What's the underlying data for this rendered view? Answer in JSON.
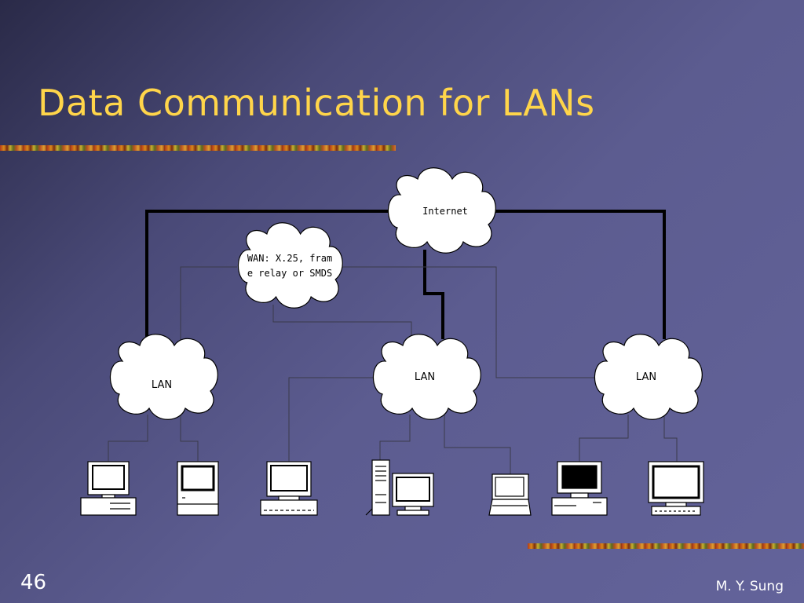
{
  "slide": {
    "title": "Data Communication for LANs",
    "page_number": "46",
    "author": "M. Y. Sung"
  },
  "diagram": {
    "internet_label": "Internet",
    "wan_label_line1": "WAN: X.25, fram",
    "wan_label_line2": "e relay or SMDS",
    "lan_left_label": "LAN",
    "lan_center_label": "LAN",
    "lan_right_label": "LAN"
  },
  "colors": {
    "title": "#ffd54a",
    "background": "#5c5c90",
    "text": "#ffffff"
  }
}
